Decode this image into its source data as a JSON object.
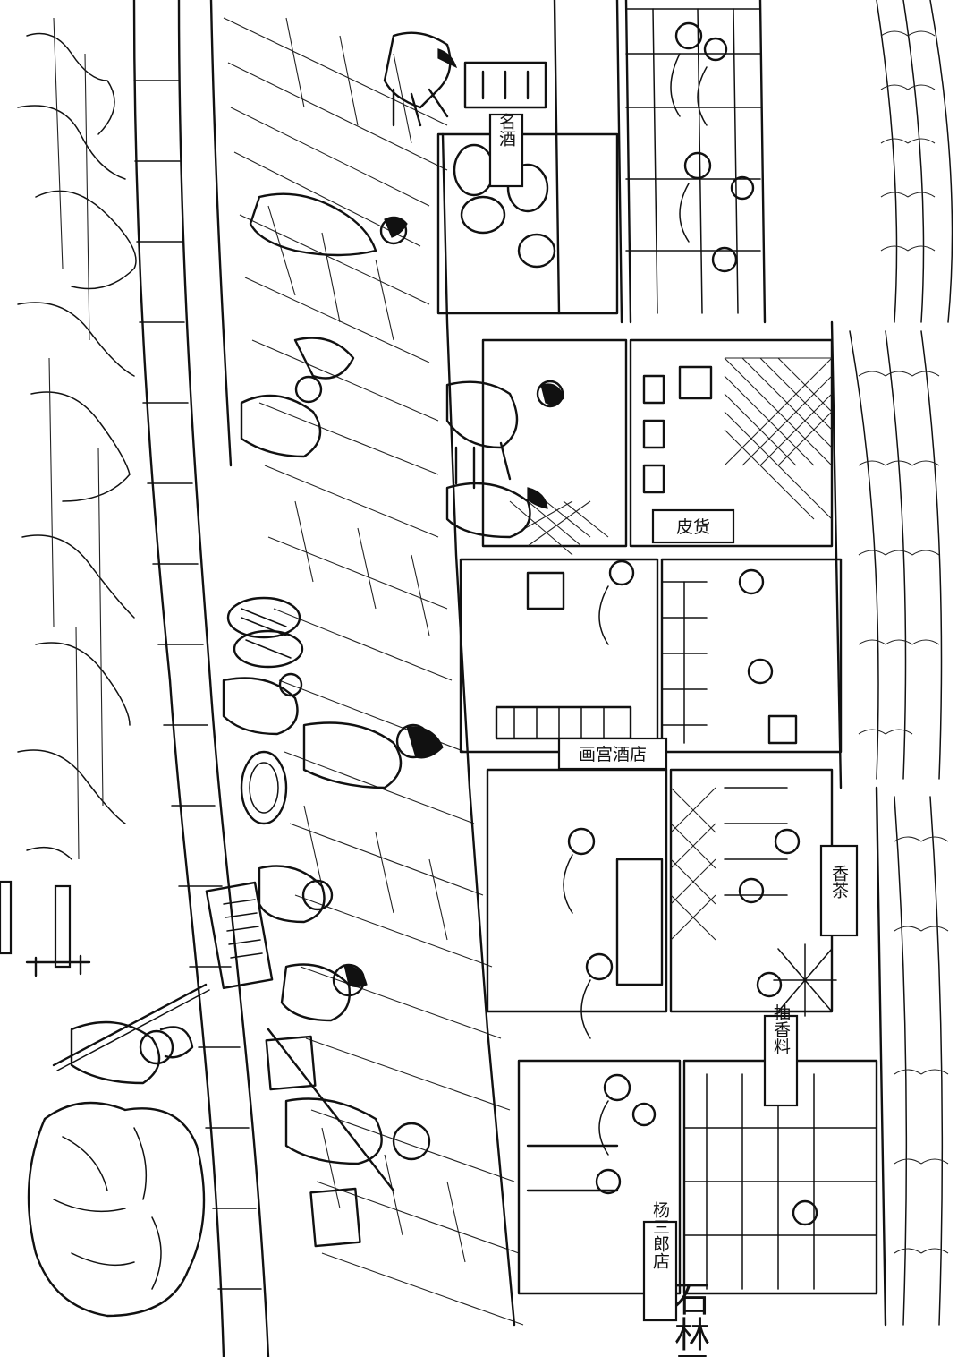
{
  "artwork": {
    "signature": "石林平",
    "signs": [
      {
        "id": "tea",
        "text": "香茶"
      },
      {
        "id": "incense",
        "text": "抽香料"
      },
      {
        "id": "wine-shop",
        "text": "画宫酒店"
      },
      {
        "id": "cloth",
        "text": "皮货"
      },
      {
        "id": "shop-top",
        "text": "名酒"
      },
      {
        "id": "inn",
        "text": "杨三郎店"
      }
    ],
    "ink_color": "#111111",
    "paper_color": "#ffffff"
  }
}
